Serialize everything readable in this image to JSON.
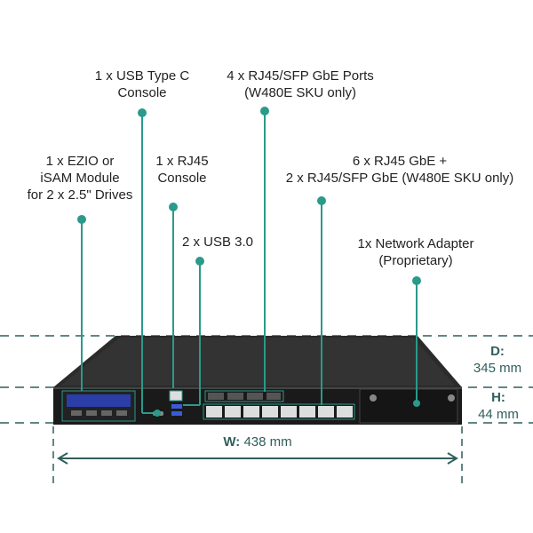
{
  "callouts": {
    "usb_c": [
      "1 x USB Type C",
      "Console"
    ],
    "rj45_sfp": [
      "4 x RJ45/SFP GbE Ports",
      "(W480E SKU only)"
    ],
    "ezio": [
      "1 x EZIO or",
      "iSAM Module",
      "for 2 x 2.5\" Drives"
    ],
    "rj45_console": [
      "1 x RJ45",
      "Console"
    ],
    "gbe": [
      "6 x RJ45 GbE +",
      "2 x RJ45/SFP GbE (W480E SKU only)"
    ],
    "usb3": [
      "2 x USB 3.0"
    ],
    "adapter": [
      "1x Network Adapter",
      "(Proprietary)"
    ]
  },
  "dimensions": {
    "depth_label": "D:",
    "depth_value": "345 mm",
    "height_label": "H:",
    "height_value": "44 mm",
    "width_label": "W:",
    "width_value": "438 mm"
  },
  "colors": {
    "accent": "#2a9a8a",
    "dim_line": "#2f5f5c",
    "chassis": "#1a1a1a"
  }
}
